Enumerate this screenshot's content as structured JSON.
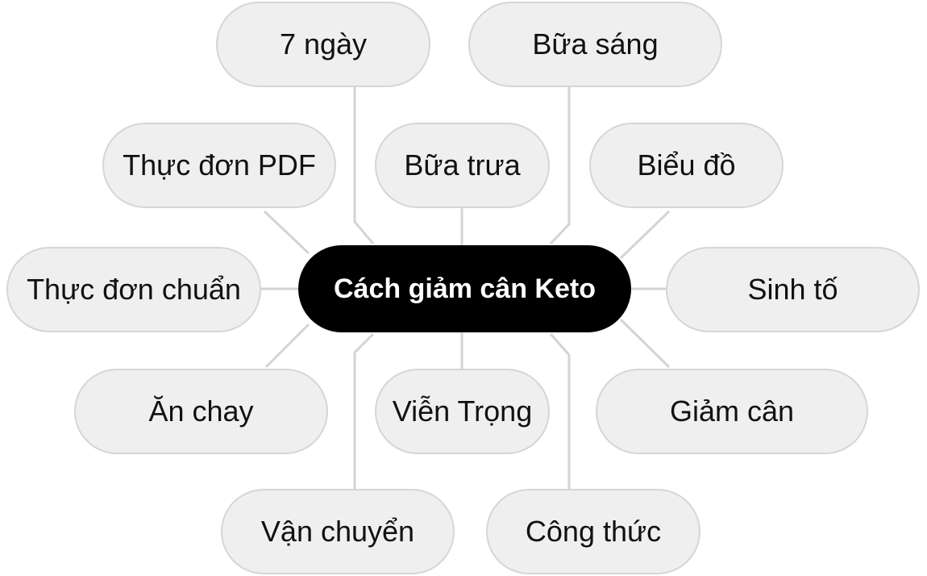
{
  "diagram": {
    "center": "Cách giảm cân Keto",
    "nodes": [
      "7 ngày",
      "Bữa sáng",
      "Thực đơn PDF",
      "Bữa trưa",
      "Biểu đồ",
      "Thực đơn chuẩn",
      "Sinh tố",
      "Ăn chay",
      "Viễn Trọng",
      "Giảm cân",
      "Vận chuyển",
      "Công thức"
    ]
  },
  "colors": {
    "center_bg": "#000000",
    "center_text": "#ffffff",
    "node_bg": "#efefef",
    "node_border": "#d6d6d6",
    "connector": "#d4d4d4"
  }
}
